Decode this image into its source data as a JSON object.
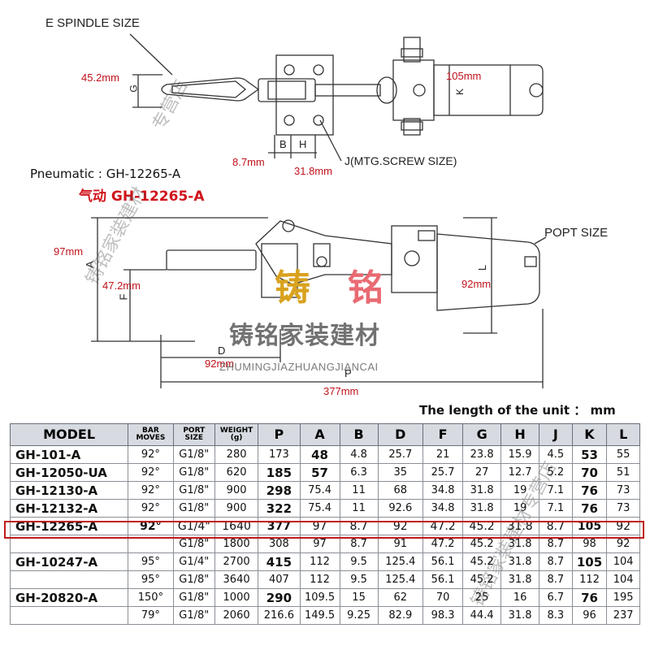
{
  "top_view": {
    "spindle_label": "E SPINDLE SIZE",
    "mtg_screw_label": "J(MTG.SCREW SIZE)",
    "letters": {
      "g": "G",
      "b": "B",
      "h": "H",
      "k": "K"
    },
    "dim_g": "45.2mm",
    "dim_k": "105mm",
    "dim_b": "8.7mm",
    "dim_h": "31.8mm"
  },
  "pneumatic_label": "Pneumatic : GH-12265-A",
  "pneumatic_label_cn": "气动 GH-12265-A",
  "side_view": {
    "port_label": "POPT SIZE",
    "letters": {
      "a": "A",
      "f": "F",
      "l": "L",
      "d": "D",
      "p": "P"
    },
    "dim_a": "97mm",
    "dim_f": "47.2mm",
    "dim_l": "92mm",
    "dim_d": "92mm",
    "dim_p": "377mm"
  },
  "watermark": {
    "char1": "铸",
    "char2": "铭",
    "cn": "铸铭家装建材",
    "en": "ZHUMINGJIAZHUANGJIANCAI",
    "diag_left": "铸铭家装建材",
    "diag_right": "铸铭家装建材专营店",
    "diag_top": "专营店",
    "colors": {
      "char1": "#d9a21e",
      "char2": "#e96a72"
    }
  },
  "unit_note": "The length of the unit ： mm",
  "table": {
    "headers": [
      "MODEL",
      "BAR MOVES",
      "PORT SIZE",
      "WEIGHT (g)",
      "P",
      "A",
      "B",
      "D",
      "F",
      "G",
      "H",
      "J",
      "K",
      "L"
    ],
    "rows": [
      [
        "GH-101-A",
        "92°",
        "G1/8\"",
        "280",
        "173",
        "48",
        "4.8",
        "25.7",
        "21",
        "23.8",
        "15.9",
        "4.5",
        "53",
        "55"
      ],
      [
        "GH-12050-UA",
        "92°",
        "G1/8\"",
        "620",
        "185",
        "57",
        "6.3",
        "35",
        "25.7",
        "27",
        "12.7",
        "5.2",
        "70",
        "51"
      ],
      [
        "GH-12130-A",
        "92°",
        "G1/8\"",
        "900",
        "298",
        "75.4",
        "11",
        "68",
        "34.8",
        "31.8",
        "19",
        "7.1",
        "76",
        "73"
      ],
      [
        "GH-12132-A",
        "92°",
        "G1/8\"",
        "900",
        "322",
        "75.4",
        "11",
        "92.6",
        "34.8",
        "31.8",
        "19",
        "7.1",
        "76",
        "73"
      ],
      [
        "GH-12265-A",
        "92°",
        "G1/4\"",
        "1640",
        "377",
        "97",
        "8.7",
        "92",
        "47.2",
        "45.2",
        "31.8",
        "8.7",
        "105",
        "92"
      ],
      [
        "",
        "",
        "G1/8\"",
        "1800",
        "308",
        "97",
        "8.7",
        "91",
        "47.2",
        "45.2",
        "31.8",
        "8.7",
        "98",
        "92"
      ],
      [
        "GH-10247-A",
        "95°",
        "G1/4\"",
        "2700",
        "415",
        "112",
        "9.5",
        "125.4",
        "56.1",
        "45.2",
        "31.8",
        "8.7",
        "105",
        "104"
      ],
      [
        "",
        "95°",
        "G1/8\"",
        "3640",
        "407",
        "112",
        "9.5",
        "125.4",
        "56.1",
        "45.2",
        "31.8",
        "8.7",
        "112",
        "104"
      ],
      [
        "GH-20820-A",
        "150°",
        "G1/8\"",
        "1000",
        "290",
        "109.5",
        "15",
        "62",
        "70",
        "25",
        "16",
        "6.7",
        "76",
        "195"
      ],
      [
        "",
        "79°",
        "G1/8\"",
        "2060",
        "216.6",
        "149.5",
        "9.25",
        "82.9",
        "98.3",
        "44.4",
        "31.8",
        "8.3",
        "96",
        "237"
      ]
    ]
  }
}
